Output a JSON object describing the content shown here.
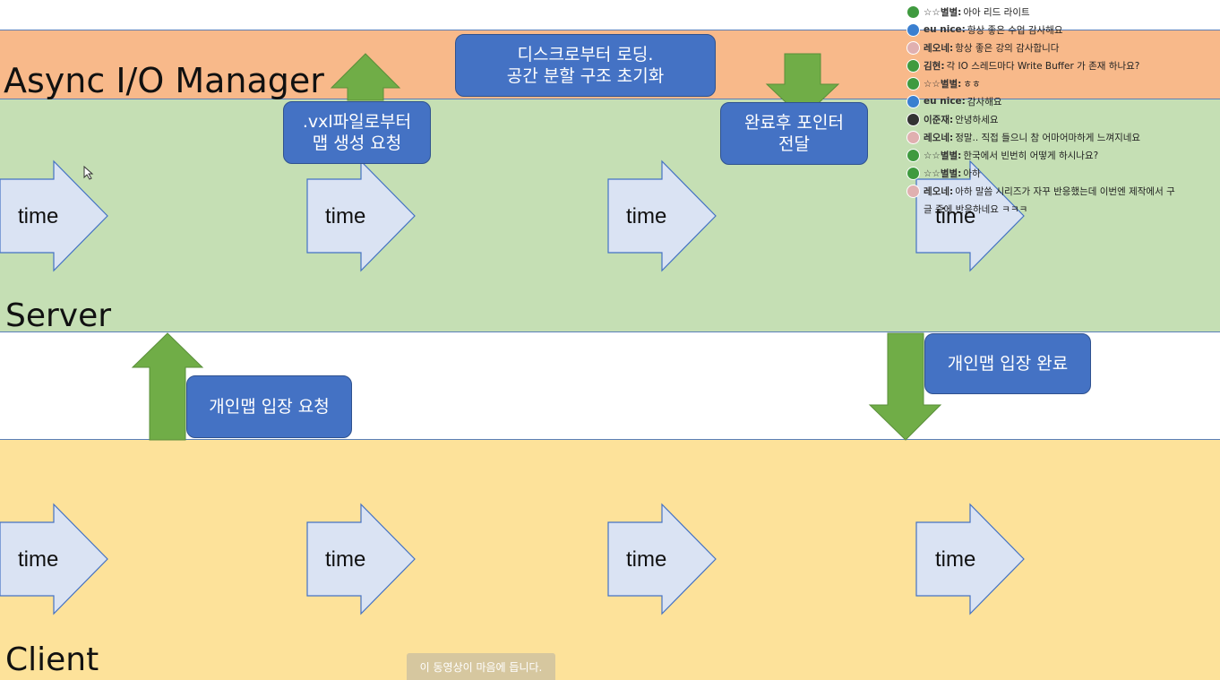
{
  "lanes": {
    "async_io": "Async I/O Manager",
    "server": "Server",
    "client": "Client"
  },
  "time_label": "time",
  "boxes": {
    "disk_load": "디스크로부터 로딩.\n공간 분할 구조 초기화",
    "vxl_request": ".vxl파일로부터\n맵 생성 요청",
    "pointer_pass": "완료후 포인터\n전달",
    "enter_complete": "개인맵 입장 완료",
    "enter_request": "개인맵 입장 요청"
  },
  "chat": [
    {
      "name": "☆☆별별",
      "msg": "아아 리드 라이트",
      "color": "#3f9a3f"
    },
    {
      "name": "eu nice",
      "msg": "항상 좋은 수업 감사해요",
      "color": "#3a7fd0"
    },
    {
      "name": "레오네",
      "msg": "항상 좋은 강의 감사합니다",
      "color": "#e0b0b0"
    },
    {
      "name": "김현",
      "msg": "각 IO 스레드마다 Write Buffer 가 존재 하나요?",
      "color": "#3f9a3f"
    },
    {
      "name": "☆☆별별",
      "msg": "ㅎㅎ",
      "color": "#3f9a3f"
    },
    {
      "name": "eu nice",
      "msg": "감사해요",
      "color": "#3a7fd0"
    },
    {
      "name": "이준재",
      "msg": "안녕하세요",
      "color": "#333333"
    },
    {
      "name": "레오네",
      "msg": "정말.. 직접 들으니 참 어마어마하게 느껴지네요",
      "color": "#e0b0b0"
    },
    {
      "name": "☆☆별별",
      "msg": "한국에서 빈번히 어떻게 하시나요?",
      "color": "#3f9a3f"
    },
    {
      "name": "☆☆별별",
      "msg": "아하",
      "color": "#3f9a3f"
    },
    {
      "name": "레오네",
      "msg": "아하 말씀 시리즈가 자꾸 반응했는데 이번엔 제작에서 구",
      "color": "#e0b0b0"
    },
    {
      "name": "",
      "msg": "글 중에 반응하네요 ㅋㅋㅋ",
      "color": "#ffffff"
    }
  ],
  "like_toast": "이 동영상이 마음에 듭니다.",
  "colors": {
    "async_band": "#f8b98a",
    "server_band": "#c5dfb4",
    "client_band": "#fde29a",
    "box_fill": "#4472c4",
    "arrow_green": "#70ad47",
    "time_arrow_fill": "#dae3f3"
  }
}
